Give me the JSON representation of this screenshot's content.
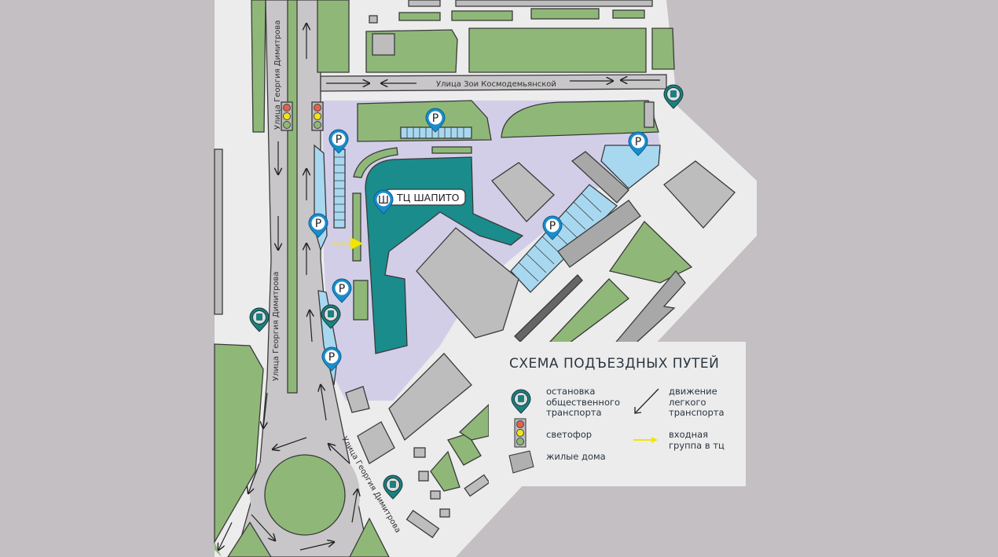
{
  "map": {
    "streets": {
      "dimitrova_north": "Улица Георгия Димитрова",
      "dimitrova_mid": "Улица Георгия Димитрова",
      "dimitrova_south": "Улица Георгия Димитрова",
      "kosmodemyanskoy": "Улица Зои Космодемьянской"
    },
    "mall_label": "ТЦ ШАПИТО",
    "mall_icon_letter": "Ш",
    "parking_letter": "P"
  },
  "legend": {
    "title": "СХЕМА ПОДЪЕЗДНЫХ ПУТЕЙ",
    "items": [
      {
        "icon": "bus-stop-icon",
        "label": "остановка общественного транспорта"
      },
      {
        "icon": "traffic-light-icon",
        "label": "светофор"
      },
      {
        "icon": "house-icon",
        "label": "жилые дома"
      },
      {
        "icon": "car-arrow-icon",
        "label": "движение легкого транспорта"
      },
      {
        "icon": "entrance-arrow-icon",
        "label": "входная группа в тц"
      }
    ]
  },
  "colors": {
    "green": "#8fb878",
    "teal": "#1a8c8c",
    "lavender": "#d3cee8",
    "parking": "#a8d8f0",
    "road": "#c8c6c8",
    "building": "#bdbdbd",
    "pin": "#1a8ccc",
    "bus": "#1d7f80"
  }
}
